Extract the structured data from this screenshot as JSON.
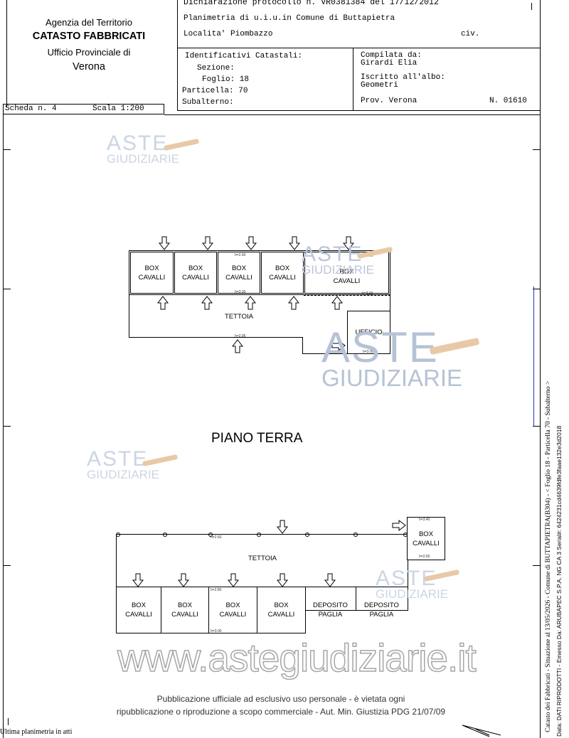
{
  "agency": {
    "line1": "Agenzia del Territorio",
    "line2": "CATASTO FABBRICATI",
    "line3": "Ufficio Provinciale di",
    "line4": "Verona"
  },
  "header": {
    "dichiarazione": "Dichiarazione protocollo n. VR0381384 del 17/12/2012",
    "planimetria": "Planimetria di u.i.u.in Comune di Buttapietra",
    "localita": "Localita' Piombazzo",
    "civ": "civ."
  },
  "identificativi": {
    "title": "Identificativi Catastali:",
    "sezione": "Sezione:",
    "foglio": "Foglio: 18",
    "particella": "Particella: 70",
    "subalterno": "Subalterno:"
  },
  "compilata": {
    "label": "Compilata da:",
    "name": "Girardi Elia",
    "iscritto": "Iscritto all'albo:",
    "albo": "Geometri",
    "prov": "Prov. Verona",
    "numero": "N. 01610"
  },
  "scheda": {
    "label": "Scheda n. 4",
    "scala": "Scala 1:200"
  },
  "plan1": {
    "rooms": [
      [
        "BOX",
        "CAVALLI"
      ],
      [
        "BOX",
        "CAVALLI"
      ],
      [
        "BOX",
        "CAVALLI"
      ],
      [
        "BOX",
        "CAVALLI"
      ],
      [
        "BOX",
        "CAVALLI"
      ]
    ],
    "tettoia": "TETTOIA",
    "ufficio": "UFFICIO",
    "h1": "h=2.90",
    "h2": "h=3.30",
    "h3": "h=2.95",
    "h4": "h=3.00",
    "h5": "h=2.90",
    "h6": "h=3.30"
  },
  "piano": "PIANO TERRA",
  "plan2": {
    "tettoia": "TETTOIA",
    "rooms": [
      [
        "BOX",
        "CAVALLI"
      ],
      [
        "BOX",
        "CAVALLI"
      ],
      [
        "BOX",
        "CAVALLI"
      ],
      [
        "BOX",
        "CAVALLI"
      ],
      [
        "DEPOSITO",
        "PAGLIA"
      ],
      [
        "DEPOSITO",
        "PAGLIA"
      ]
    ],
    "box_small": [
      "BOX",
      "CAVALLI"
    ],
    "h1": "h=2.60",
    "h2": "h=2.80",
    "h3": "h=3.00",
    "h4": "h=3.40",
    "h5": "h=2.60"
  },
  "watermark": {
    "aste": "ASTE",
    "giudiziarie": "GIUDIZIARIE",
    "site": "www.astegiudiziarie.it"
  },
  "publication": {
    "line1": "Pubblicazione ufficiale ad esclusivo uso personale - è vietata ogni",
    "line2": "ripubblicazione o riproduzione a scopo commerciale - Aut. Min. Giustizia PDG 21/07/09"
  },
  "footer": {
    "ultima": "Ultima planimetria in atti"
  },
  "side": {
    "line1": "Catasto dei Fabbricati - Situazione al 13/05/2026 - Comune di BUTTAPIETRA(B304) - < Foglio 18 - Particella 70 - Subalterno >",
    "line2": "Data: DATI RIPRODOTTI - Emesso Da: ARUBAPEC S.P.A. NG CA 3 Serial#: 6424231cd4639fdfe3faae132e3d2018"
  }
}
